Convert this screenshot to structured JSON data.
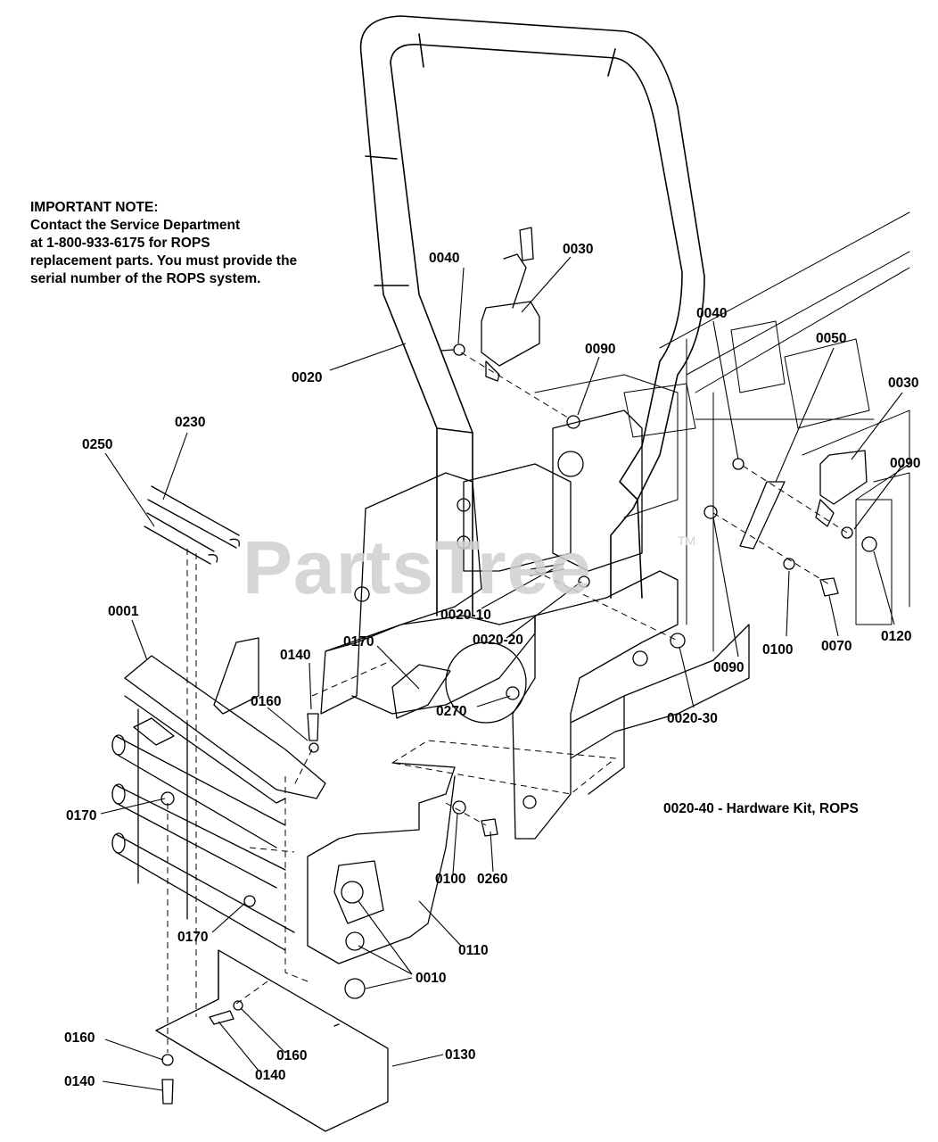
{
  "note": {
    "lines": [
      "IMPORTANT NOTE:",
      "Contact the Service Department",
      "at 1-800-933-6175 for ROPS",
      "replacement parts.  You must provide the",
      "serial number of the ROPS system."
    ]
  },
  "kit_label": "0020-40 - Hardware Kit, ROPS",
  "watermark": {
    "text": "PartsTree",
    "tm": "TM",
    "color": "#cfcfcf"
  },
  "callouts": [
    {
      "id": "c-0040-a",
      "text": "0040"
    },
    {
      "id": "c-0030-a",
      "text": "0030"
    },
    {
      "id": "c-0090-a",
      "text": "0090"
    },
    {
      "id": "c-0020",
      "text": "0020"
    },
    {
      "id": "c-0040-b",
      "text": "0040"
    },
    {
      "id": "c-0050",
      "text": "0050"
    },
    {
      "id": "c-0030-b",
      "text": "0030"
    },
    {
      "id": "c-0090-b",
      "text": "0090"
    },
    {
      "id": "c-0230",
      "text": "0230"
    },
    {
      "id": "c-0250",
      "text": "0250"
    },
    {
      "id": "c-0001",
      "text": "0001"
    },
    {
      "id": "c-0020-10",
      "text": "0020-10"
    },
    {
      "id": "c-0020-20",
      "text": "0020-20"
    },
    {
      "id": "c-0140-a",
      "text": "0140"
    },
    {
      "id": "c-0170-a",
      "text": "0170"
    },
    {
      "id": "c-0160-a",
      "text": "0160"
    },
    {
      "id": "c-0270",
      "text": "0270"
    },
    {
      "id": "c-0090-c",
      "text": "0090"
    },
    {
      "id": "c-0100-a",
      "text": "0100"
    },
    {
      "id": "c-0070",
      "text": "0070"
    },
    {
      "id": "c-0120",
      "text": "0120"
    },
    {
      "id": "c-0020-30",
      "text": "0020-30"
    },
    {
      "id": "c-0170-b",
      "text": "0170"
    },
    {
      "id": "c-0100-b",
      "text": "0100"
    },
    {
      "id": "c-0260",
      "text": "0260"
    },
    {
      "id": "c-0170-c",
      "text": "0170"
    },
    {
      "id": "c-0110",
      "text": "0110"
    },
    {
      "id": "c-0010",
      "text": "0010"
    },
    {
      "id": "c-0160-b",
      "text": "0160"
    },
    {
      "id": "c-0160-c",
      "text": "0160"
    },
    {
      "id": "c-0130",
      "text": "0130"
    },
    {
      "id": "c-0140-b",
      "text": "0140"
    },
    {
      "id": "c-0140-c",
      "text": "0140"
    }
  ]
}
